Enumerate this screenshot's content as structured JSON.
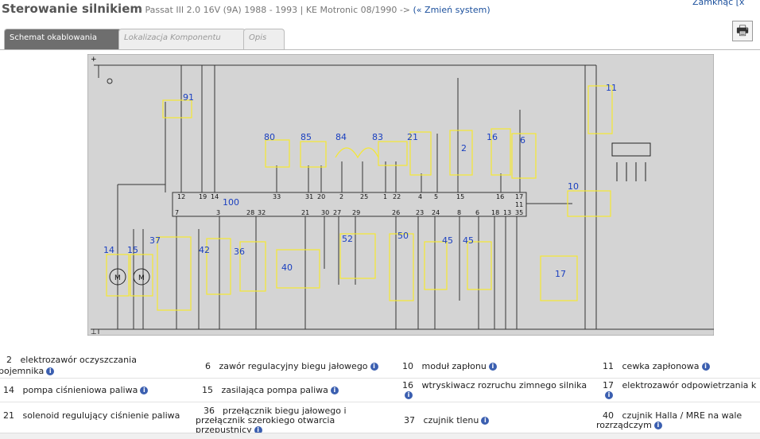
{
  "header": {
    "title": "Sterowanie silnikiem",
    "subtitle": "- Passat III 2.0 16V (9A) 1988 - 1993 | KE Motronic 08/1990 ->",
    "change_system": "(« Zmień system)",
    "close": "Zamknąć [x"
  },
  "tabs": [
    {
      "label": "Schemat okablowania",
      "active": true
    },
    {
      "label": "Lokalizacja Komponentu",
      "active": false
    },
    {
      "label": "Opis",
      "active": false
    }
  ],
  "diagram": {
    "ecu_label": "100",
    "component_labels": [
      "91",
      "80",
      "85",
      "84",
      "83",
      "21",
      "2",
      "16",
      "6",
      "11",
      "10",
      "14",
      "15",
      "37",
      "42",
      "36",
      "40",
      "52",
      "50",
      "45",
      "45",
      "17"
    ],
    "ecu_top_pins": [
      "12",
      "19",
      "14",
      "33",
      "31",
      "20",
      "2",
      "25",
      "1",
      "22",
      "4",
      "5",
      "15",
      "16",
      "17",
      "11"
    ],
    "ecu_bottom_pins": [
      "7",
      "3",
      "28",
      "32",
      "21",
      "30",
      "27",
      "29",
      "26",
      "23",
      "24",
      "8",
      "6",
      "18",
      "13",
      "35"
    ],
    "colors": {
      "background": "#d4d4d4",
      "wire": "#333333",
      "highlight": "#f5e832",
      "label": "#1a3fbf"
    }
  },
  "legend": [
    {
      "num": "2",
      "text": "elektrozawór oczyszczania",
      "text2": "pojemnika"
    },
    {
      "num": "6",
      "text": "zawór regulacyjny biegu jałowego"
    },
    {
      "num": "10",
      "text": "moduł zapłonu"
    },
    {
      "num": "11",
      "text": "cewka zapłonowa"
    },
    {
      "num": "14",
      "text": "pompa ciśnieniowa paliwa"
    },
    {
      "num": "15",
      "text": "zasilająca pompa paliwa"
    },
    {
      "num": "16",
      "text": "wtryskiwacz rozruchu zimnego silnika"
    },
    {
      "num": "17",
      "text": "elektrozawór odpowietrzania k"
    },
    {
      "num": "21",
      "text": "solenoid regulujący ciśnienie paliwa"
    },
    {
      "num": "36",
      "text": "przełącznik biegu jałowego i",
      "text2": "przełącznik szerokiego otwarcia",
      "text3": "przepustnicy"
    },
    {
      "num": "37",
      "text": "czujnik tlenu"
    },
    {
      "num": "40",
      "text": "czujnik Halla / MRE na wale",
      "text2": "rozrządczym"
    }
  ],
  "icons": {
    "info": "info-icon",
    "print": "print-icon"
  }
}
